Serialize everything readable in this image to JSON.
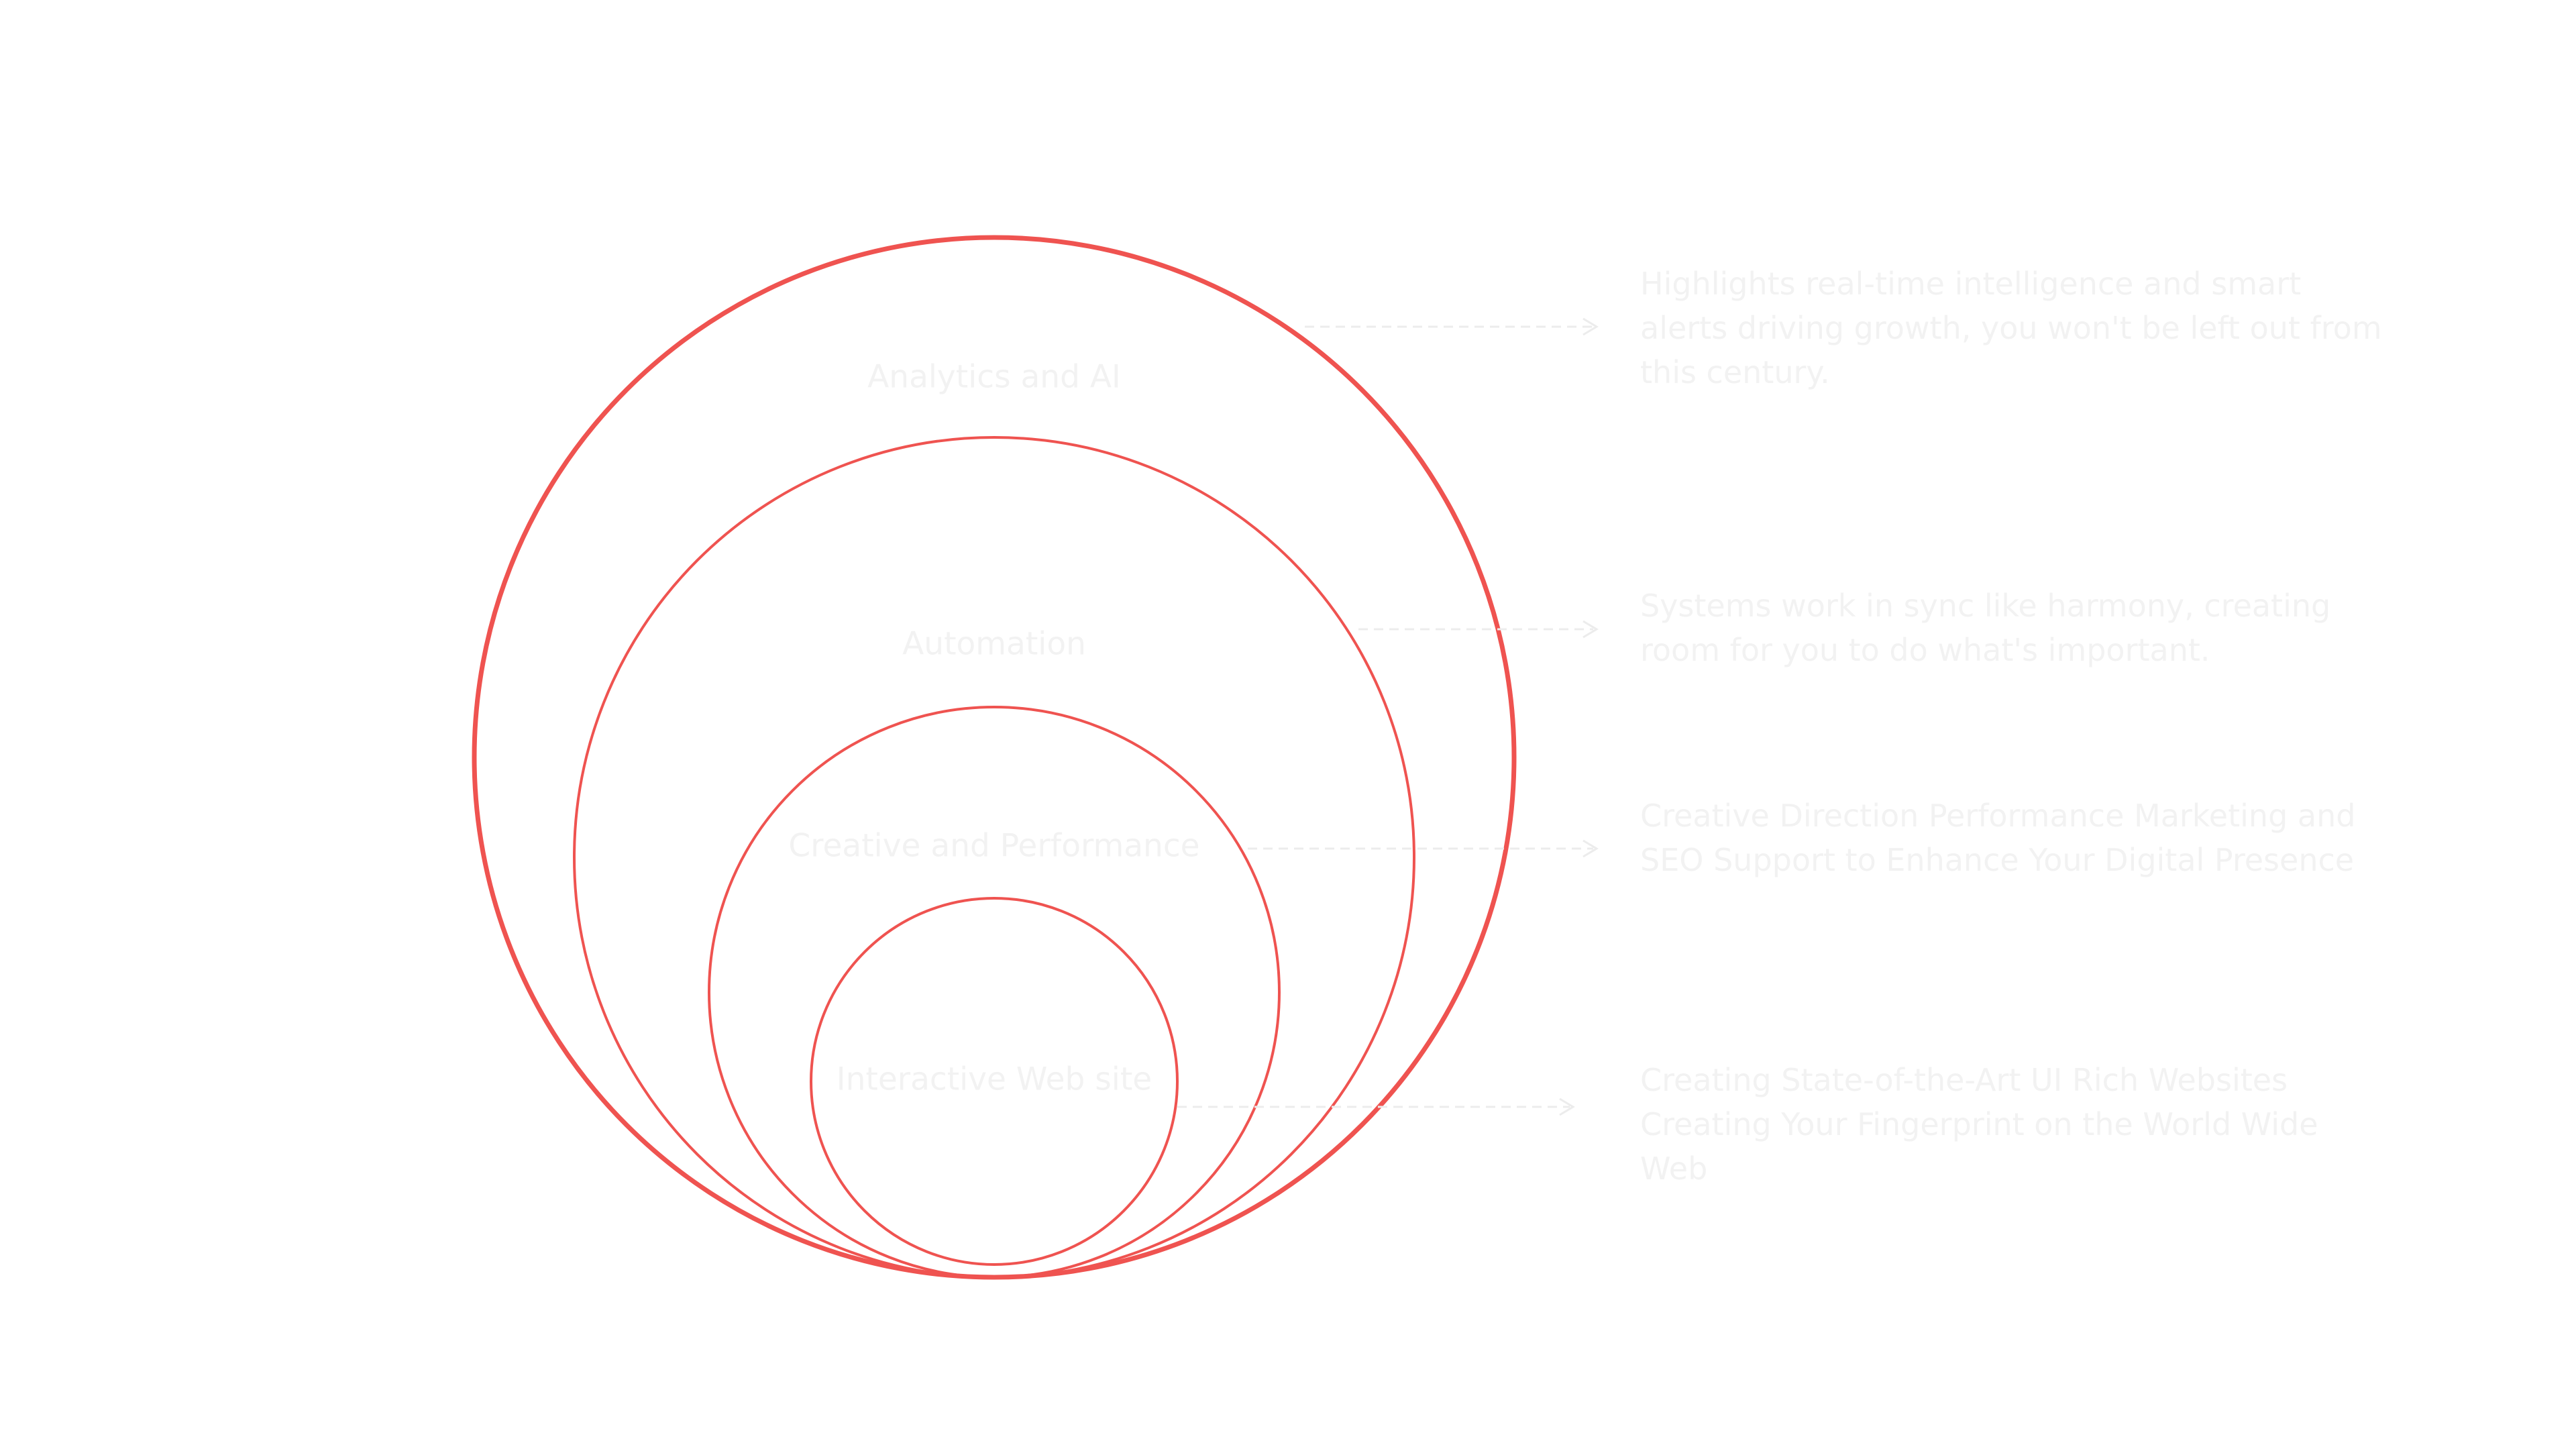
{
  "colors": {
    "ring": "#ef5350",
    "text": "#f2f2f2",
    "connector": "#ececec",
    "background": "#ffffff"
  },
  "layers": [
    {
      "label": "Analytics and AI",
      "description": "Highlights real-time intelligence and smart alerts driving growth, you won't be left out from this century."
    },
    {
      "label": "Automation",
      "description": "Systems work in sync like harmony, creating room for you to do what's important."
    },
    {
      "label": "Creative and Performance",
      "description": "Creative Direction Performance Marketing and SEO Support to Enhance Your Digital Presence"
    },
    {
      "label": "Interactive Web site",
      "description": "Creating State-of-the-Art UI Rich Websites Creating Your Fingerprint on the World Wide Web"
    }
  ]
}
